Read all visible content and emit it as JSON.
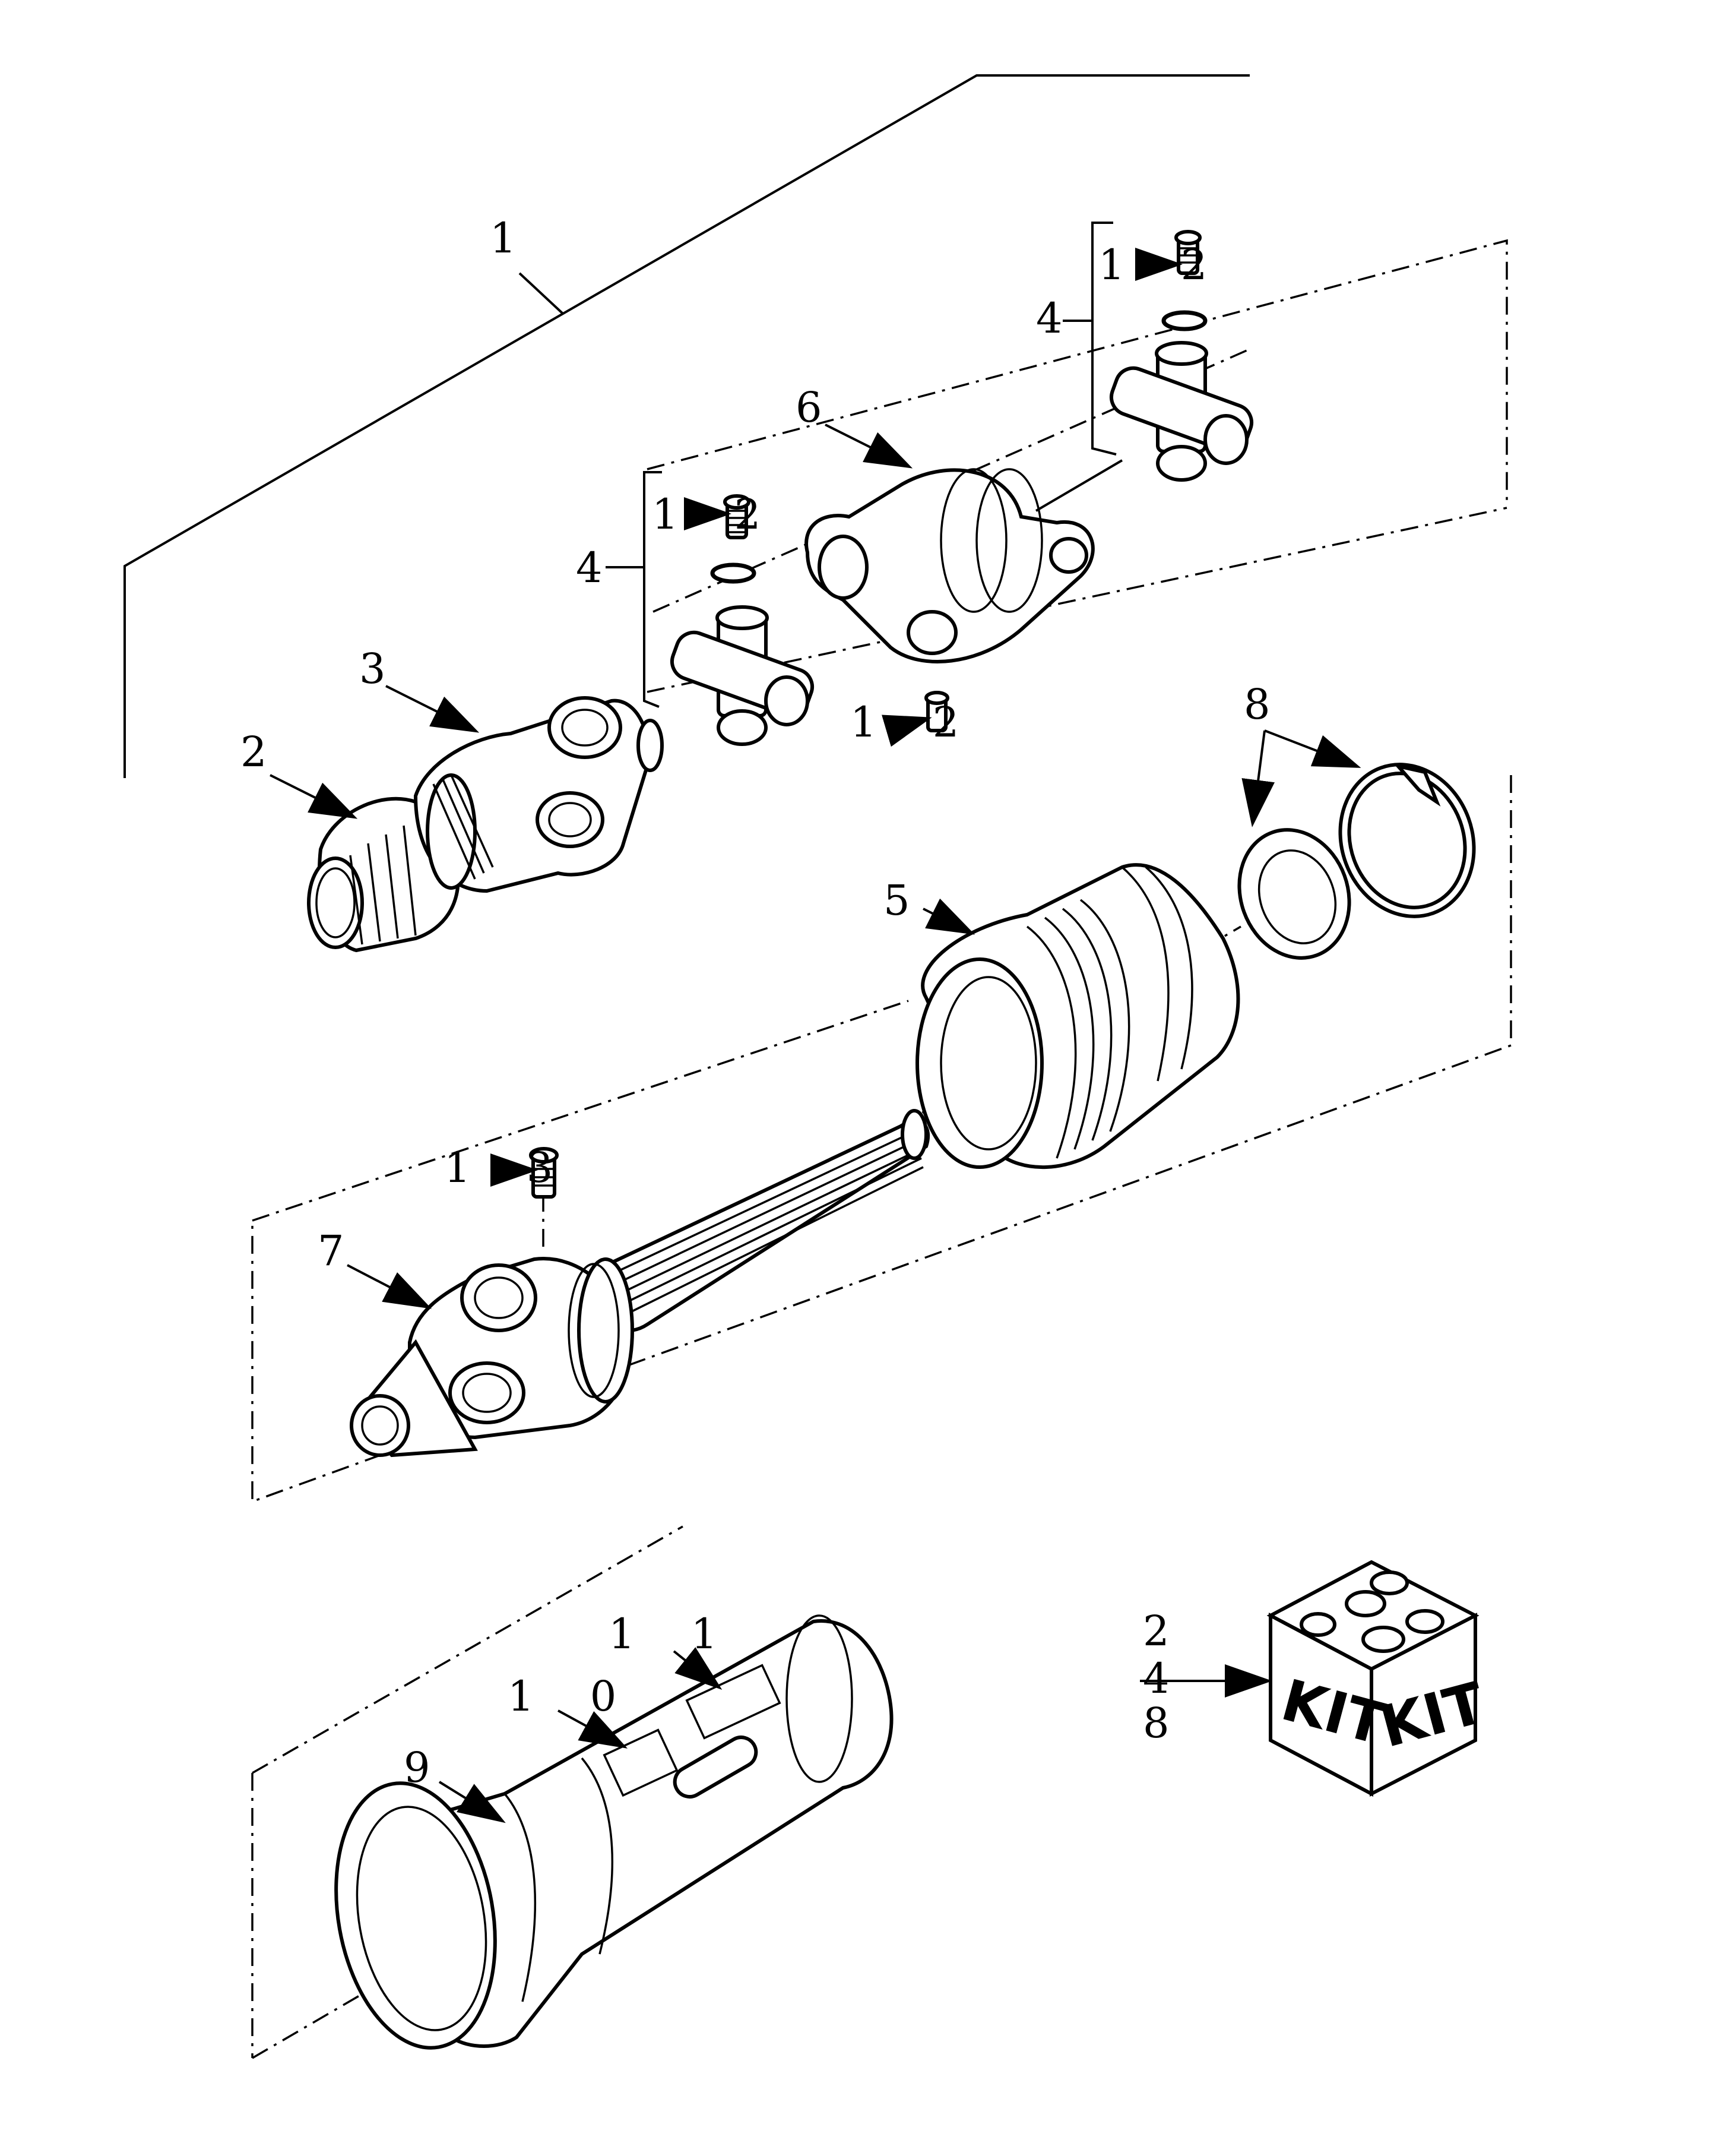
{
  "diagram": {
    "callouts": {
      "assembly": "1",
      "bellows_outer": "2",
      "yoke_outer": "3",
      "cross_kit_upper": "4",
      "cross_kit_lower": "4",
      "grease_upper": "1 2",
      "grease_lower": "1 2",
      "grease_yoke": "1 2",
      "bell_guard": "5",
      "double_yoke": "6",
      "inner_yoke": "7",
      "bearing_rings": "8",
      "guard_tube": "9",
      "decal_a": "1 0",
      "decal_b": "1 1",
      "grease_inner": "1 3",
      "kit_list": [
        "2",
        "4",
        "8"
      ]
    },
    "kit_box_labels": [
      "KIT",
      "KIT"
    ]
  }
}
